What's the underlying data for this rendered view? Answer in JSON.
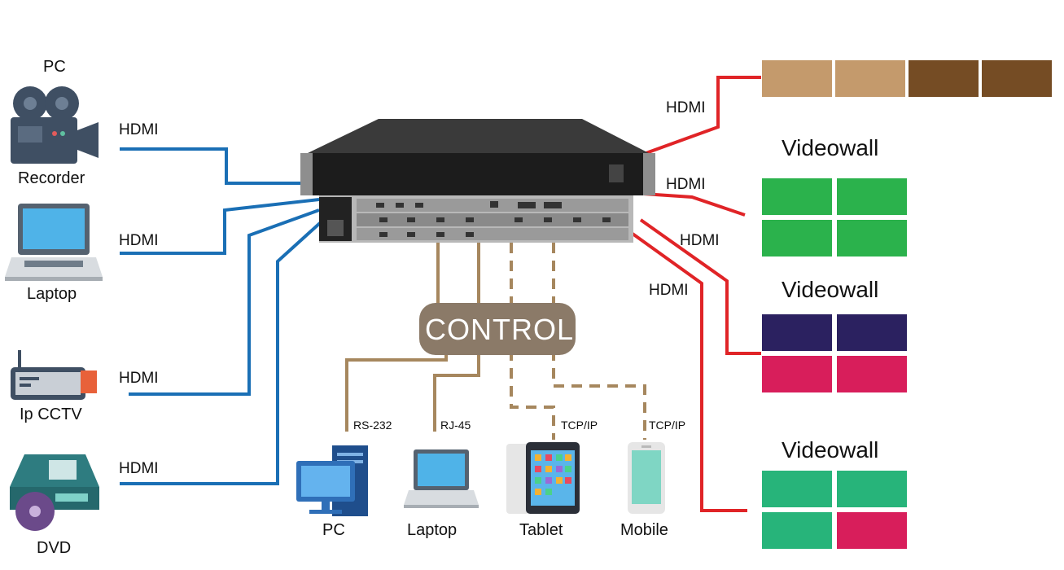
{
  "sources": {
    "pc_label": "PC",
    "recorder_label": "Recorder",
    "laptop_label": "Laptop",
    "cctv_label": "Ip CCTV",
    "dvd_label": "DVD"
  },
  "input_links": [
    "HDMI",
    "HDMI",
    "HDMI",
    "HDMI"
  ],
  "output_links": [
    "HDMI",
    "HDMI",
    "HDMI",
    "HDMI"
  ],
  "videowalls": [
    {
      "title": "",
      "tiles": [
        "#c49a6c",
        "#c49a6c",
        "#754c24",
        "#754c24"
      ]
    },
    {
      "title": "Videowall",
      "tiles": [
        "#2bb24c",
        "#2bb24c",
        "#2bb24c",
        "#2bb24c"
      ]
    },
    {
      "title": "Videowall",
      "tiles": [
        "#2b2160",
        "#2b2160",
        "#d81e5b",
        "#d81e5b"
      ]
    },
    {
      "title": "Videowall",
      "tiles": [
        "#27b47a",
        "#27b47a",
        "#27b47a",
        "#d81e5b"
      ]
    }
  ],
  "control": {
    "label": "CONTROL",
    "links": [
      "RS-232",
      "RJ-45",
      "TCP/IP",
      "TCP/IP"
    ],
    "devices": [
      "PC",
      "Laptop",
      "Tablet",
      "Mobile"
    ]
  },
  "colors": {
    "input_line": "#1a6fb5",
    "output_line": "#e02427",
    "control_line": "#a6875e",
    "control_box": "#8b7a68"
  }
}
